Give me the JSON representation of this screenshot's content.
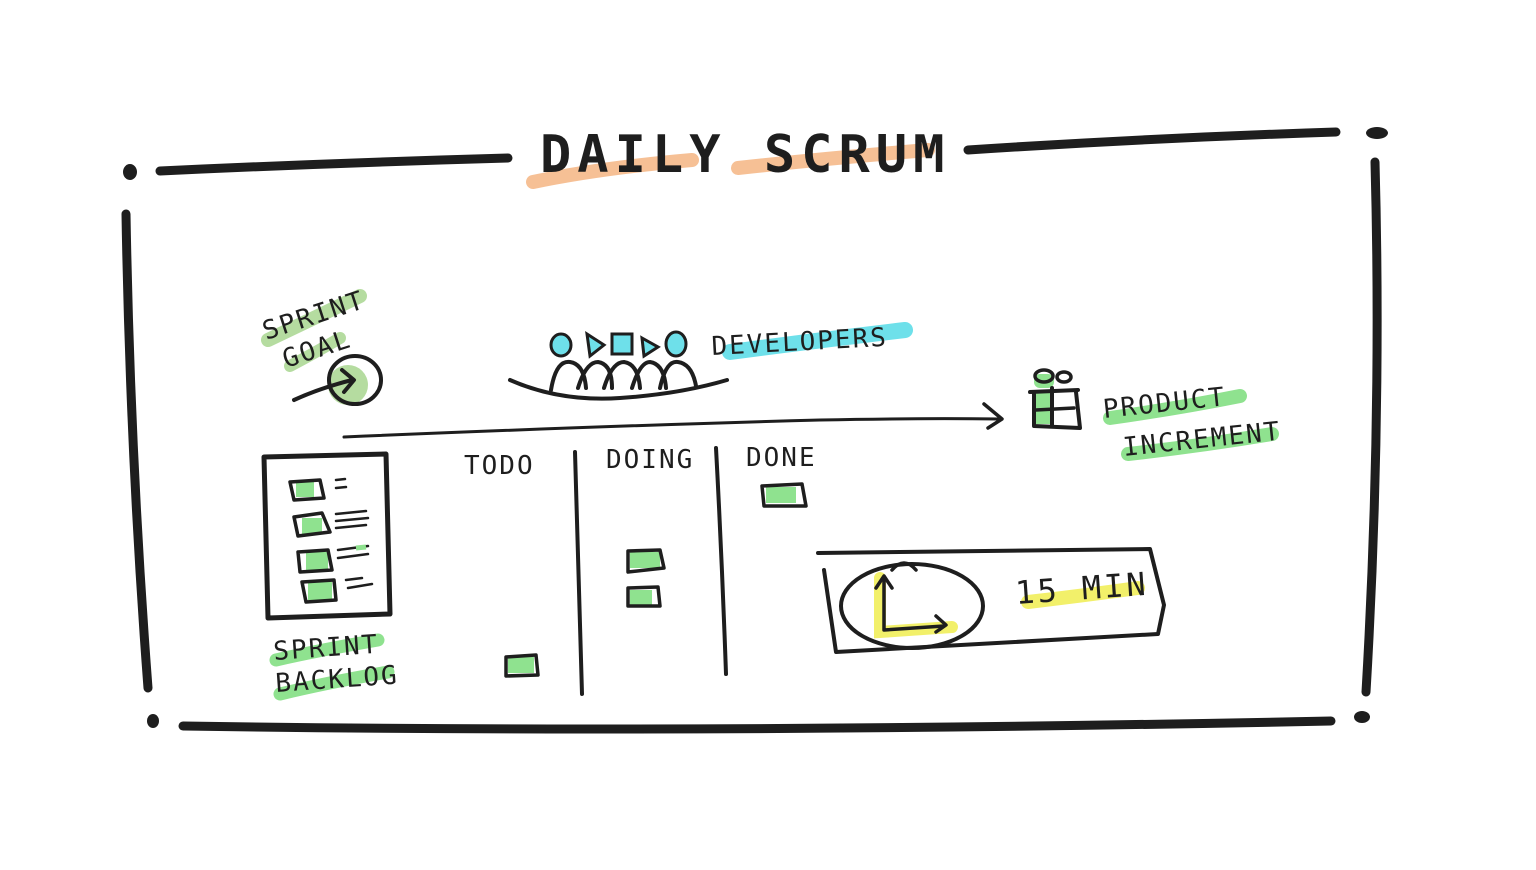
{
  "title": "DAILY SCRUM",
  "colors": {
    "ink": "#1e1e1e",
    "title_highlight": "#f5b98a",
    "developers_highlight": "#6ee0ea",
    "green_highlight": "#8fe28f",
    "sprint_goal_highlight": "#b5dca0",
    "timebox_highlight": "#f2f06a"
  },
  "sprint_goal": {
    "line1": "SPRINT",
    "line2": "GOAL",
    "icon": "target-icon"
  },
  "developers": {
    "label": "DEVELOPERS",
    "icon": "team-people-icon",
    "count": 5
  },
  "product_increment": {
    "line1": "PRODUCT",
    "line2": "INCREMENT",
    "icon": "gift-icon"
  },
  "sprint_backlog": {
    "line1": "SPRINT",
    "line2": "BACKLOG",
    "items": 4
  },
  "board": {
    "columns": [
      {
        "label": "TODO",
        "cards": 1
      },
      {
        "label": "DOING",
        "cards": 2
      },
      {
        "label": "DONE",
        "cards": 1
      }
    ]
  },
  "timebox": {
    "label": "15 MIN",
    "icon": "clock-icon"
  }
}
